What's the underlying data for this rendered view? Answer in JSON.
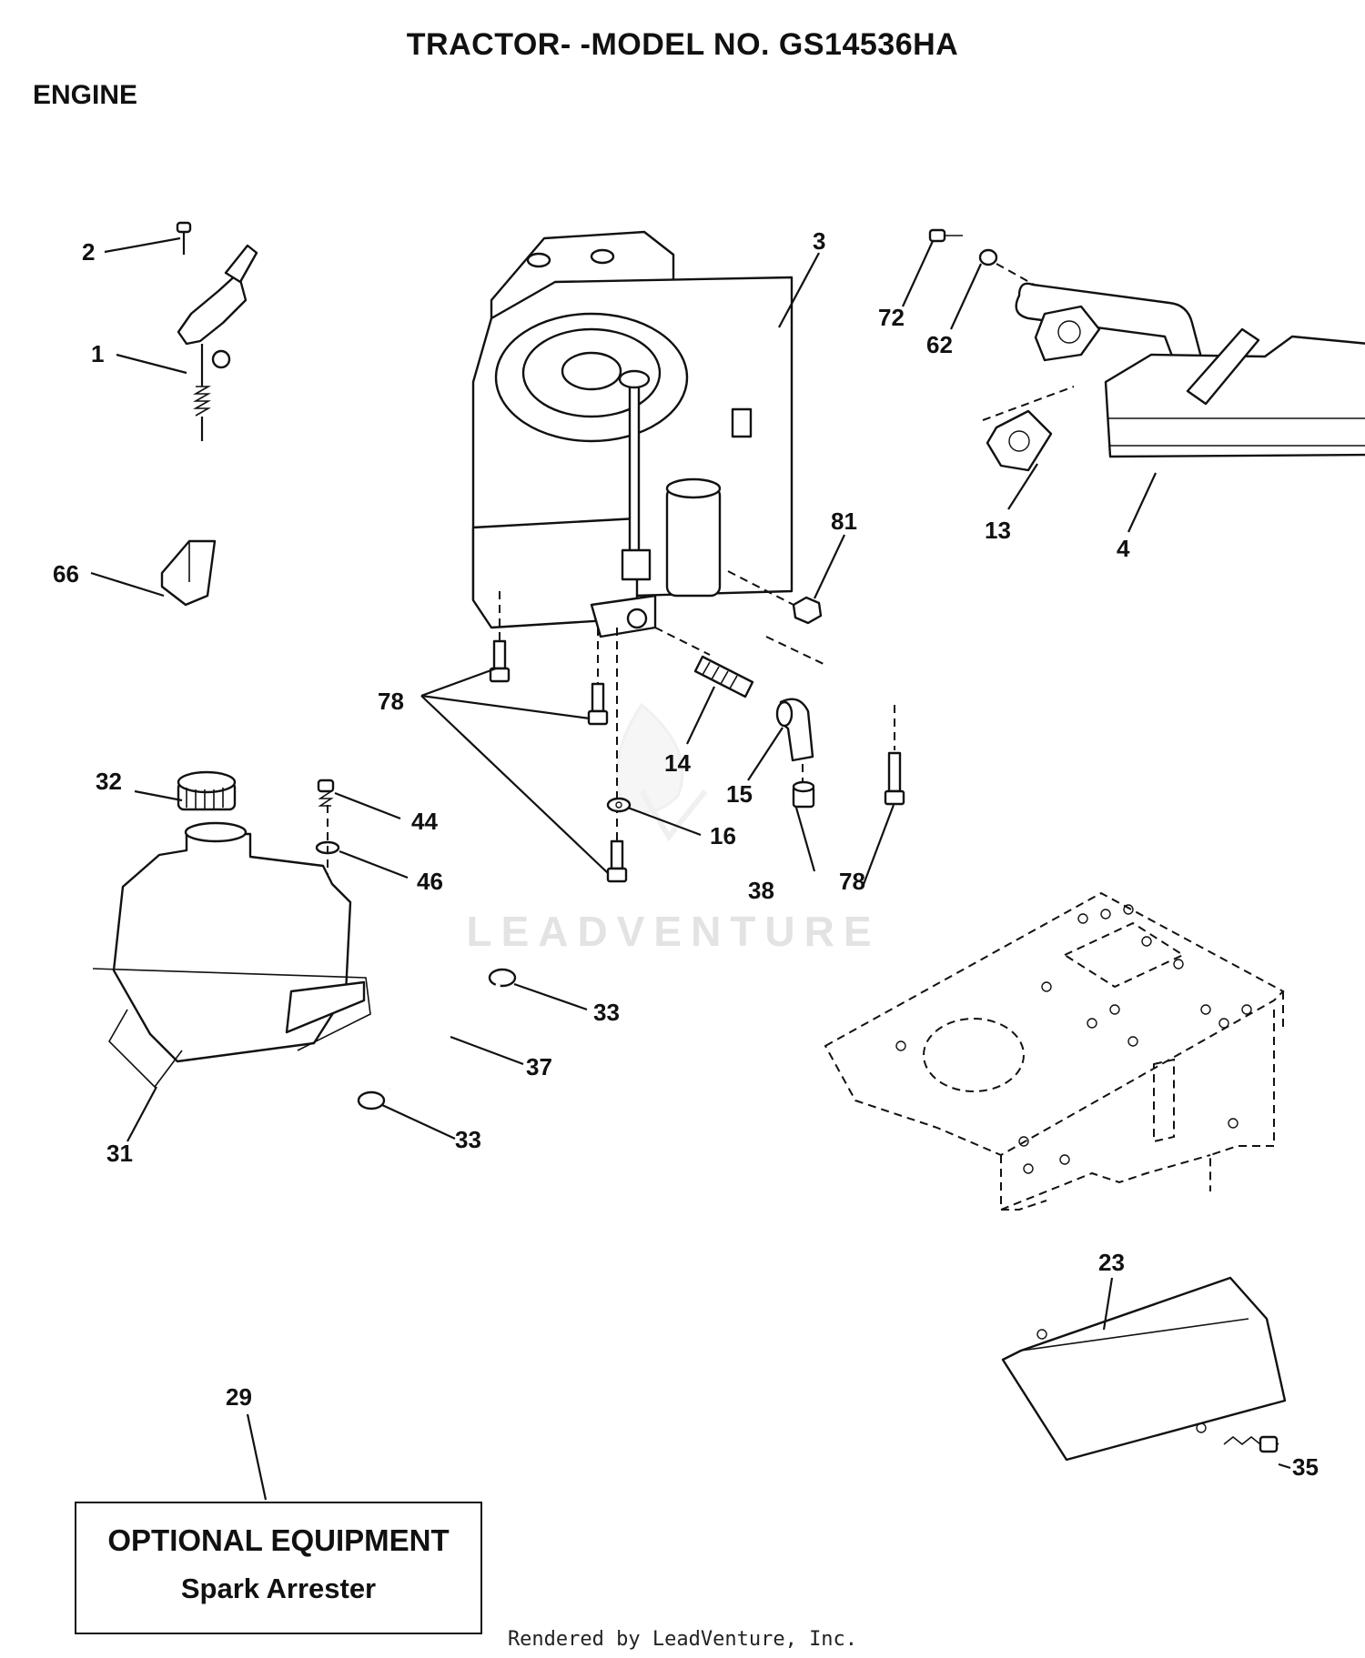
{
  "header": {
    "title": "TRACTOR- -MODEL NO. GS14536HA",
    "section": "ENGINE"
  },
  "callouts": [
    "2",
    "1",
    "66",
    "3",
    "72",
    "62",
    "13",
    "4",
    "81",
    "78",
    "14",
    "15",
    "16",
    "38",
    "78",
    "32",
    "44",
    "46",
    "33",
    "37",
    "33",
    "31",
    "23",
    "29",
    "35"
  ],
  "optional_equipment": {
    "title": "OPTIONAL EQUIPMENT",
    "item": "Spark Arrester"
  },
  "watermark": "LEADVENTURE",
  "footer": "Rendered by LeadVenture, Inc."
}
